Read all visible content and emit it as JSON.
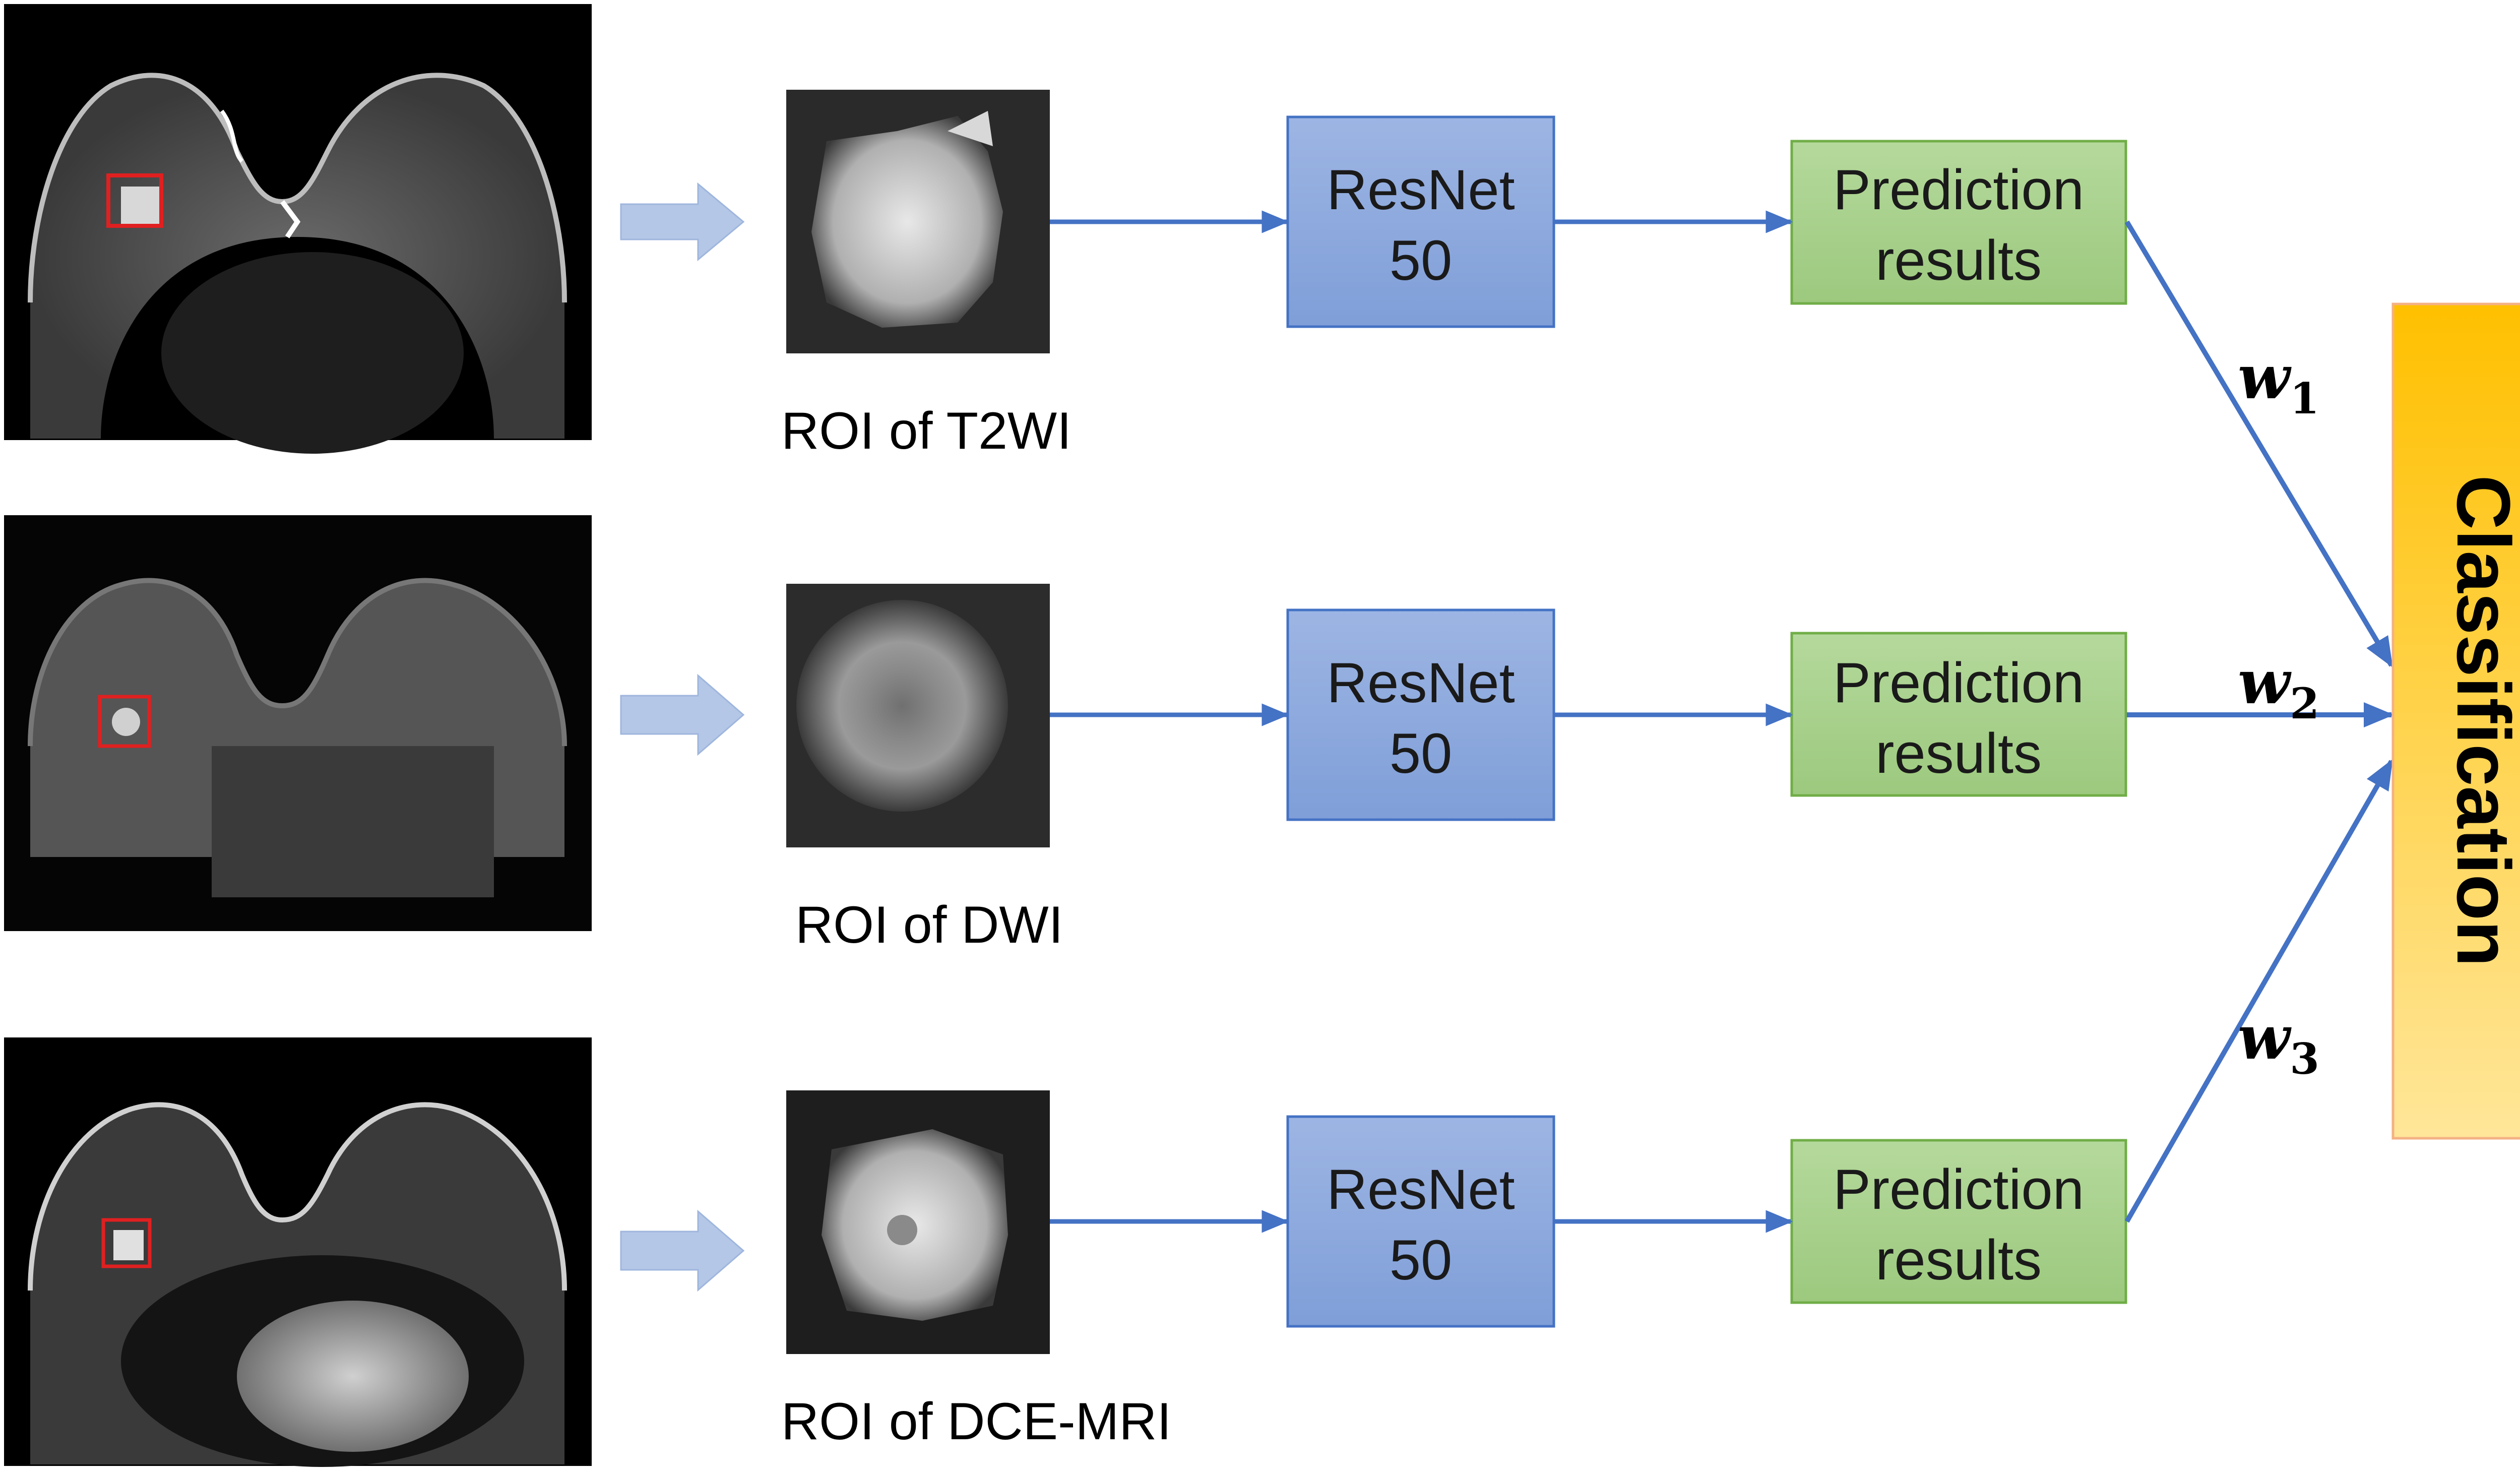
{
  "rows": [
    {
      "modality": "t2wi",
      "roi_label": "ROI of T2WI",
      "model_label_1": "ResNet",
      "model_label_2": "50",
      "pred_label_1": "Prediction",
      "pred_label_2": "results",
      "weight": "w",
      "weight_sub": "1"
    },
    {
      "modality": "dwi",
      "roi_label": "ROI of DWI",
      "model_label_1": "ResNet",
      "model_label_2": "50",
      "pred_label_1": "Prediction",
      "pred_label_2": "results",
      "weight": "w",
      "weight_sub": "2"
    },
    {
      "modality": "dce",
      "roi_label": "ROI of DCE-MRI",
      "model_label_1": "ResNet",
      "model_label_2": "50",
      "pred_label_1": "Prediction",
      "pred_label_2": "results",
      "weight": "w",
      "weight_sub": "3"
    }
  ],
  "classification_label": "Classification",
  "colors": {
    "model_fill": "#8faadc",
    "model_stroke": "#4472c4",
    "pred_fill": "#a9d18e",
    "pred_stroke": "#70ad47",
    "class_fill": "#ffd966",
    "class_stroke": "#f4b183",
    "arrow": "#4472c4",
    "block_arrow": "#b4c7e7",
    "roi_marker": "#e02020"
  }
}
